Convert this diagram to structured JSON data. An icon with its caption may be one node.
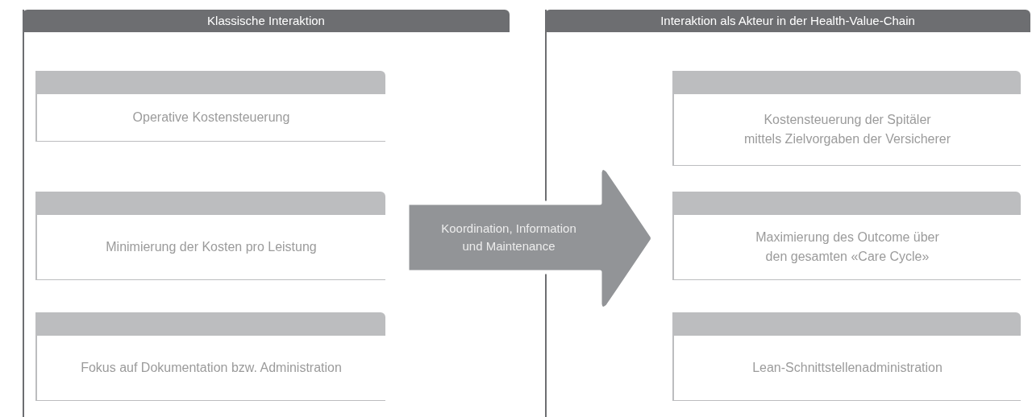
{
  "diagram": {
    "nodes": [
      {
        "text": [
          "Klassische Interaktion"
        ]
      },
      {
        "text": [
          "Operative Kostensteuerung"
        ],
        "in": 0
      },
      {
        "text": [
          "Minimierung der Kosten pro Leistung"
        ],
        "in": 0
      },
      {
        "text": [
          "Fokus auf Dokumentation bzw. Administration"
        ],
        "in": 0
      },
      {
        "text": [
          "Koordination, Information und Maintenance"
        ]
      },
      {
        "text": [
          "Interaktion als Akteur in der Health-Value-Chain"
        ]
      },
      {
        "text": [
          "Kostensteuerung der Spitäler mittels Zielvorgaben der Versicherer"
        ],
        "in": 5
      },
      {
        "text": [
          "Maximierung des Outcome über den gesamten «Care Cycle»"
        ],
        "in": 5
      },
      {
        "text": [
          "Lean-Schnittstellenadministration"
        ],
        "in": 5
      }
    ]
  }
}
